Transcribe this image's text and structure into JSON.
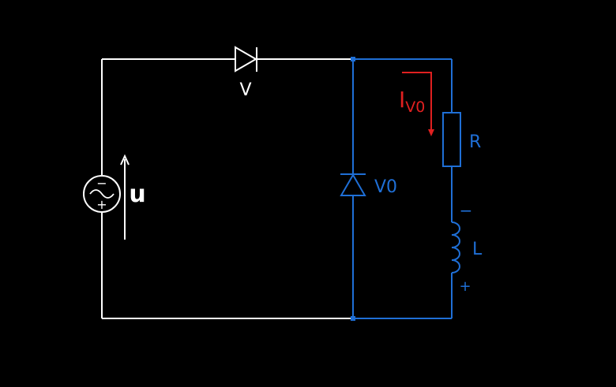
{
  "colors": {
    "background": "#000000",
    "white_wire": "#ffffff",
    "blue_wire": "#1f6fd6",
    "current_arrow": "#e02020"
  },
  "labels": {
    "source_voltage": "u",
    "source_minus": "−",
    "source_plus": "+",
    "diode_main": "V",
    "diode_freewheel": "V0",
    "resistor": "R",
    "inductor": "L",
    "inductor_minus": "−",
    "inductor_plus": "+",
    "current_main": "I",
    "current_sub": "V0"
  }
}
